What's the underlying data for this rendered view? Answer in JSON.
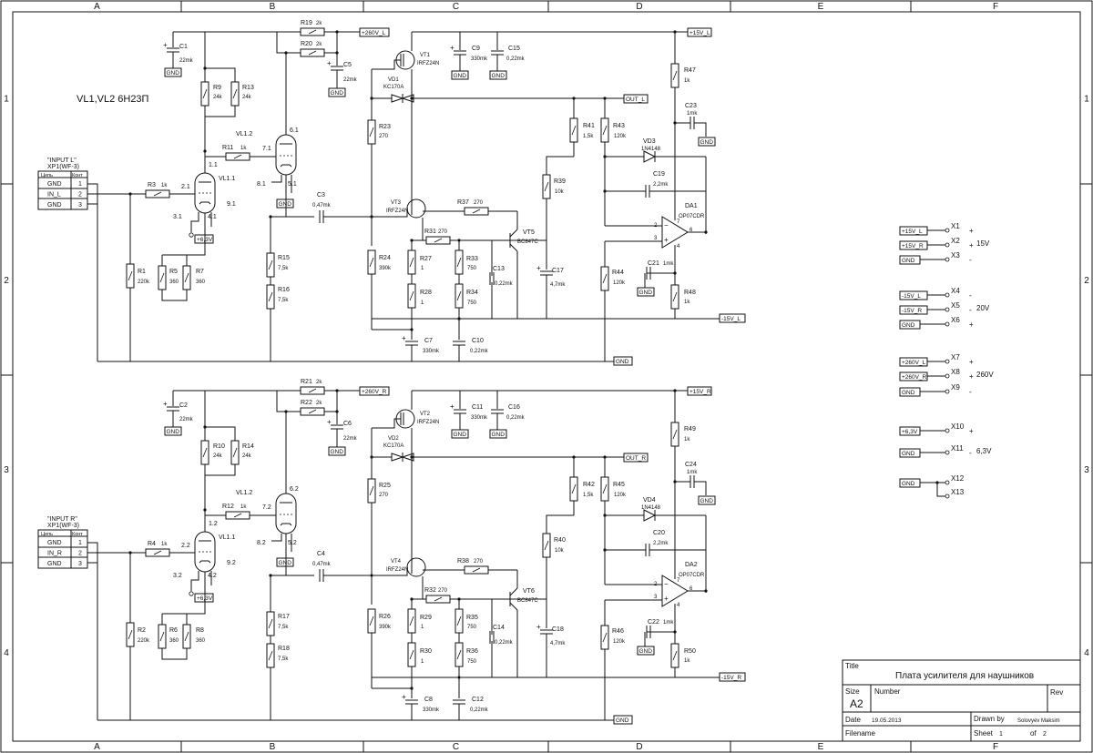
{
  "frame": {
    "columns": [
      "A",
      "B",
      "C",
      "D",
      "E",
      "F"
    ],
    "rows": [
      "1",
      "2",
      "3",
      "4"
    ]
  },
  "note": "VL1,VL2 6Н23П",
  "title_block": {
    "title_label": "Title",
    "title": "Плата усилителя для наушников",
    "size_label": "Size",
    "size": "A2",
    "number_label": "Number",
    "rev_label": "Rev",
    "date_label": "Date",
    "date": "19.05.2013",
    "drawn_by_label": "Drawn by",
    "drawn_by": "Solovyev Maksim",
    "filename_label": "Filename",
    "sheet_label": "Sheet",
    "sheet": "1",
    "of_label": "of",
    "of": "2"
  },
  "left_channel": {
    "input_title": "\"INPUT L\"",
    "connector": "XP1(WF-3)",
    "conn_head": [
      "Цепь",
      "Конт"
    ],
    "conn_rows": [
      [
        "GND",
        "1"
      ],
      [
        "IN_L",
        "2"
      ],
      [
        "GND",
        "3"
      ]
    ],
    "tube1": "VL1.1",
    "tube2": "VL1.2",
    "pins": {
      "p11": "1.1",
      "p21": "2.1",
      "p31": "3.1",
      "p41": "4.1",
      "p91": "9.1",
      "p71": "7.1",
      "p61": "6.1",
      "p81": "8.1",
      "p51": "5.1"
    },
    "heater": "+6,3V",
    "rails": {
      "hv": "+260V_L",
      "pos": "+15V_L",
      "neg": "-15V_L",
      "out": "OUT_L",
      "gnd": "GND"
    },
    "parts": {
      "R19": "R19",
      "R19v": "2k",
      "R20": "R20",
      "R20v": "2k",
      "C1": "C1",
      "C1v": "22mk",
      "C5": "C5",
      "C5v": "22mk",
      "R9": "R9",
      "R9v": "24k",
      "R13": "R13",
      "R13v": "24k",
      "R11": "R11",
      "R11v": "1k",
      "R3": "R3",
      "R3v": "1k",
      "R1": "R1",
      "R1v": "220k",
      "R5": "R5",
      "R5v": "360",
      "R7": "R7",
      "R7v": "360",
      "R15": "R15",
      "R15v": "7,5k",
      "R16": "R16",
      "R16v": "7,5k",
      "C3": "C3",
      "C3v": "0,47mk",
      "VT1": "VT1",
      "VT1v": "IRFZ24N",
      "VD1": "VD1",
      "VD1v": "KC170A",
      "C9": "C9",
      "C9v": "330mk",
      "C15": "C15",
      "C15v": "0,22mk",
      "R23": "R23",
      "R23v": "270",
      "R24": "R24",
      "R24v": "390k",
      "VT3": "VT3",
      "VT3v": "IRFZ24N",
      "R37": "R37",
      "R37v": "270",
      "R31": "R31",
      "R31v": "270",
      "R27": "R27",
      "R27v": "1",
      "R28": "R28",
      "R28v": "1",
      "R33": "R33",
      "R33v": "750",
      "R34": "R34",
      "R34v": "750",
      "C13": "C13",
      "C13v": "0,22mk",
      "VT5": "VT5",
      "VT5v": "BC847C",
      "R39": "R39",
      "R39v": "10k",
      "C17": "C17",
      "C17v": "4,7mk",
      "R41": "R41",
      "R41v": "1,5k",
      "R43": "R43",
      "R43v": "120k",
      "R47": "R47",
      "R47v": "1k",
      "C23": "C23",
      "C23v": "1mk",
      "VD3": "VD3",
      "VD3v": "1N4148",
      "C19": "C19",
      "C19v": "2,2mk",
      "DA1": "DA1",
      "DA1v": "OP07CDR",
      "R44": "R44",
      "R44v": "120k",
      "C21": "C21",
      "C21v": "1mk",
      "R48": "R48",
      "R48v": "1k",
      "C7": "C7",
      "C7v": "330mk",
      "C10": "C10",
      "C10v": "0,22mk"
    }
  },
  "right_channel": {
    "input_title": "\"INPUT R\"",
    "connector": "XP1(WF-3)",
    "conn_head": [
      "Цепь",
      "Конт"
    ],
    "conn_rows": [
      [
        "GND",
        "1"
      ],
      [
        "IN_R",
        "2"
      ],
      [
        "GND",
        "3"
      ]
    ],
    "tube1": "VL1.1",
    "tube2": "VL1.2",
    "pins": {
      "p11": "1.2",
      "p21": "2.2",
      "p31": "3.2",
      "p41": "4.2",
      "p91": "9.2",
      "p71": "7.2",
      "p61": "6.2",
      "p81": "8.2",
      "p51": "5.2"
    },
    "heater": "+6,3V",
    "rails": {
      "hv": "+260V_R",
      "pos": "+15V_R",
      "neg": "-15V_R",
      "out": "OUT_R",
      "gnd": "GND"
    },
    "parts": {
      "R19": "R21",
      "R19v": "2k",
      "R20": "R22",
      "R20v": "2k",
      "C1": "C2",
      "C1v": "22mk",
      "C5": "C6",
      "C5v": "22mk",
      "R9": "R10",
      "R9v": "24k",
      "R13": "R14",
      "R13v": "24k",
      "R11": "R12",
      "R11v": "1k",
      "R3": "R4",
      "R3v": "1k",
      "R1": "R2",
      "R1v": "220k",
      "R5": "R6",
      "R5v": "360",
      "R7": "R8",
      "R7v": "360",
      "R15": "R17",
      "R15v": "7,5k",
      "R16": "R18",
      "R16v": "7,5k",
      "C3": "C4",
      "C3v": "0,47mk",
      "VT1": "VT2",
      "VT1v": "IRFZ24N",
      "VD1": "VD2",
      "VD1v": "KC170A",
      "C9": "C11",
      "C9v": "330mk",
      "C15": "C16",
      "C15v": "0,22mk",
      "R23": "R25",
      "R23v": "270",
      "R24": "R26",
      "R24v": "390k",
      "VT3": "VT4",
      "VT3v": "IRFZ24N",
      "R37": "R38",
      "R37v": "270",
      "R31": "R32",
      "R31v": "270",
      "R27": "R29",
      "R27v": "1",
      "R28": "R30",
      "R28v": "1",
      "R33": "R35",
      "R33v": "750",
      "R34": "R36",
      "R34v": "750",
      "C13": "C14",
      "C13v": "0,22mk",
      "VT5": "VT6",
      "VT5v": "BC847C",
      "R39": "R40",
      "R39v": "10k",
      "C17": "C18",
      "C17v": "4,7mk",
      "R41": "R42",
      "R41v": "1,5k",
      "R43": "R45",
      "R43v": "120k",
      "R47": "R49",
      "R47v": "1k",
      "C23": "C24",
      "C23v": "1mk",
      "VD3": "VD4",
      "VD3v": "1N4148",
      "C19": "C20",
      "C19v": "2,2mk",
      "DA1": "DA2",
      "DA1v": "OP07CDR",
      "R44": "R46",
      "R44v": "120k",
      "C21": "C22",
      "C21v": "1mk",
      "R48": "R50",
      "R48v": "1k",
      "C7": "C8",
      "C7v": "330mk",
      "C10": "C12",
      "C10v": "0,22mk"
    }
  },
  "power_connector": {
    "rows": [
      {
        "net": "+15V_L",
        "pin": "X1",
        "sign": "+"
      },
      {
        "net": "+15V_R",
        "pin": "X2",
        "sign": "+",
        "label": "15V"
      },
      {
        "net": "GND",
        "pin": "X3",
        "sign": "-"
      },
      {
        "net": "-15V_L",
        "pin": "X4",
        "sign": "-"
      },
      {
        "net": "-15V_R",
        "pin": "X5",
        "sign": "-",
        "label": "20V"
      },
      {
        "net": "GND",
        "pin": "X6",
        "sign": "+"
      },
      {
        "net": "+260V_L",
        "pin": "X7",
        "sign": "+"
      },
      {
        "net": "+260V_R",
        "pin": "X8",
        "sign": "+",
        "label": "260V"
      },
      {
        "net": "GND",
        "pin": "X9",
        "sign": "-"
      },
      {
        "net": "+6,3V",
        "pin": "X10",
        "sign": "+"
      },
      {
        "net": "GND",
        "pin": "X11",
        "sign": "-",
        "label": "6,3V"
      },
      {
        "net": "GND",
        "pin": "X12",
        "sign": ""
      },
      {
        "net": "",
        "pin": "X13",
        "sign": ""
      }
    ]
  }
}
